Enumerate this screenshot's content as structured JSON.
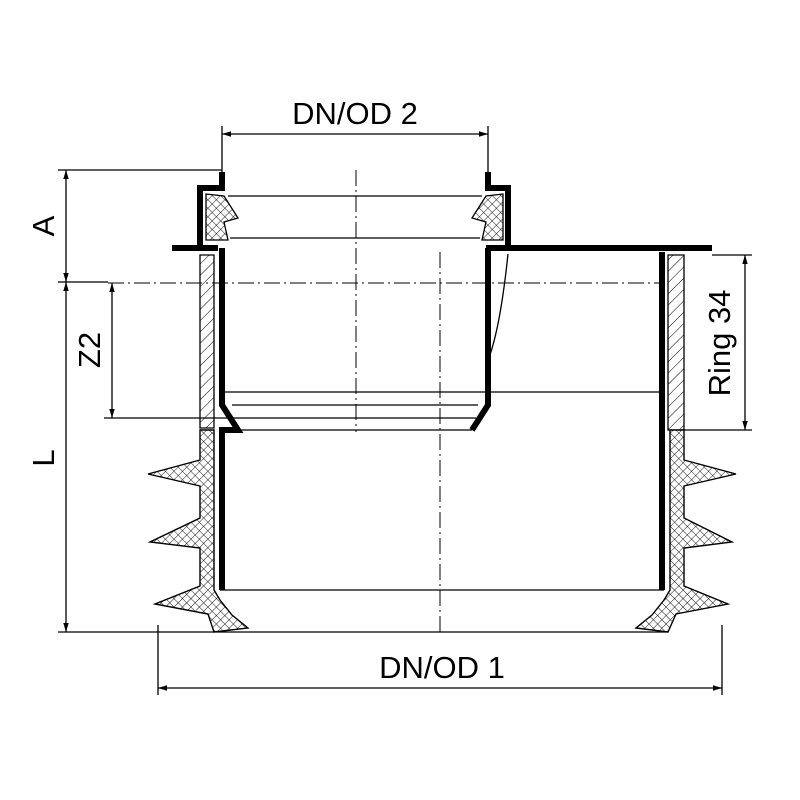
{
  "drawing": {
    "labels": {
      "dn_od_2": "DN/OD 2",
      "dn_od_1": "DN/OD 1",
      "a": "A",
      "l": "L",
      "z2": "Z2",
      "ring": "Ring 34"
    }
  }
}
